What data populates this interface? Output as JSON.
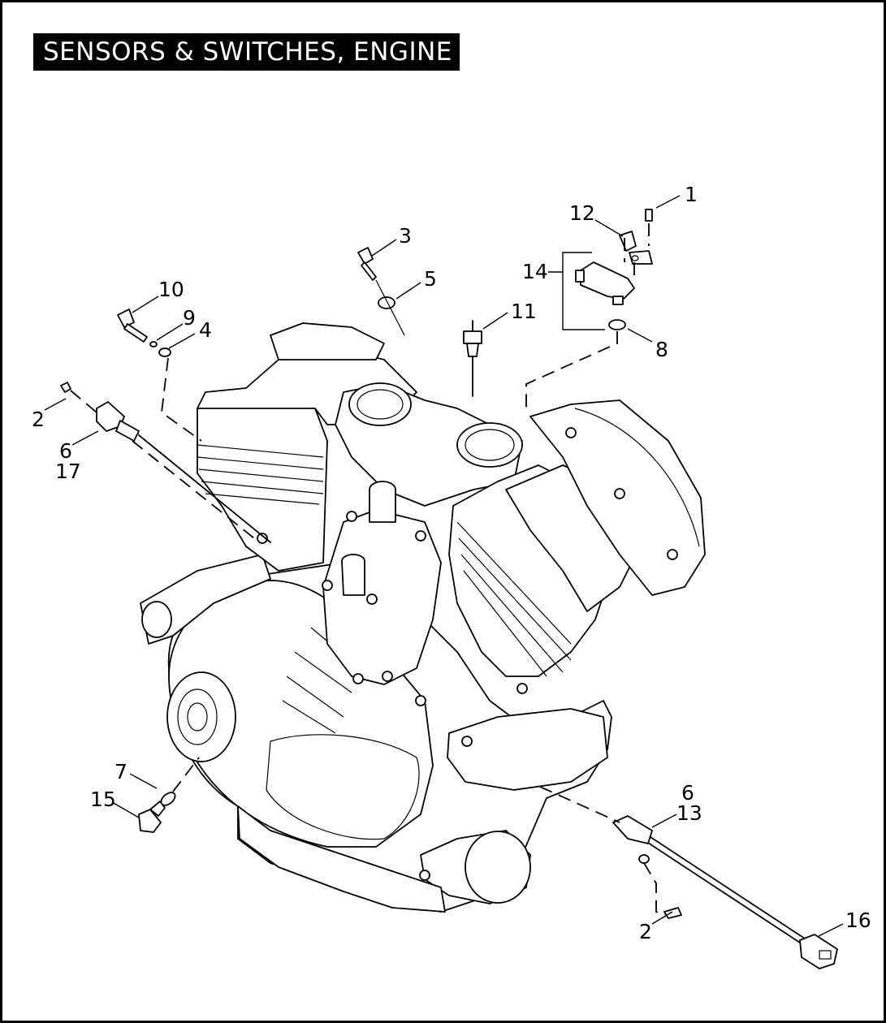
{
  "title": "SENSORS & SWITCHES, ENGINE",
  "callouts": [
    {
      "id": "c1",
      "label": "1"
    },
    {
      "id": "c12",
      "label": "12"
    },
    {
      "id": "c14",
      "label": "14"
    },
    {
      "id": "c8",
      "label": "8"
    },
    {
      "id": "c3",
      "label": "3"
    },
    {
      "id": "c5",
      "label": "5"
    },
    {
      "id": "c11",
      "label": "11"
    },
    {
      "id": "c10",
      "label": "10"
    },
    {
      "id": "c9",
      "label": "9"
    },
    {
      "id": "c4",
      "label": "4"
    },
    {
      "id": "c2a",
      "label": "2"
    },
    {
      "id": "c6a",
      "label": "6"
    },
    {
      "id": "c17",
      "label": "17"
    },
    {
      "id": "c7",
      "label": "7"
    },
    {
      "id": "c15",
      "label": "15"
    },
    {
      "id": "c6b",
      "label": "6"
    },
    {
      "id": "c13",
      "label": "13"
    },
    {
      "id": "c2b",
      "label": "2"
    },
    {
      "id": "c16",
      "label": "16"
    }
  ]
}
